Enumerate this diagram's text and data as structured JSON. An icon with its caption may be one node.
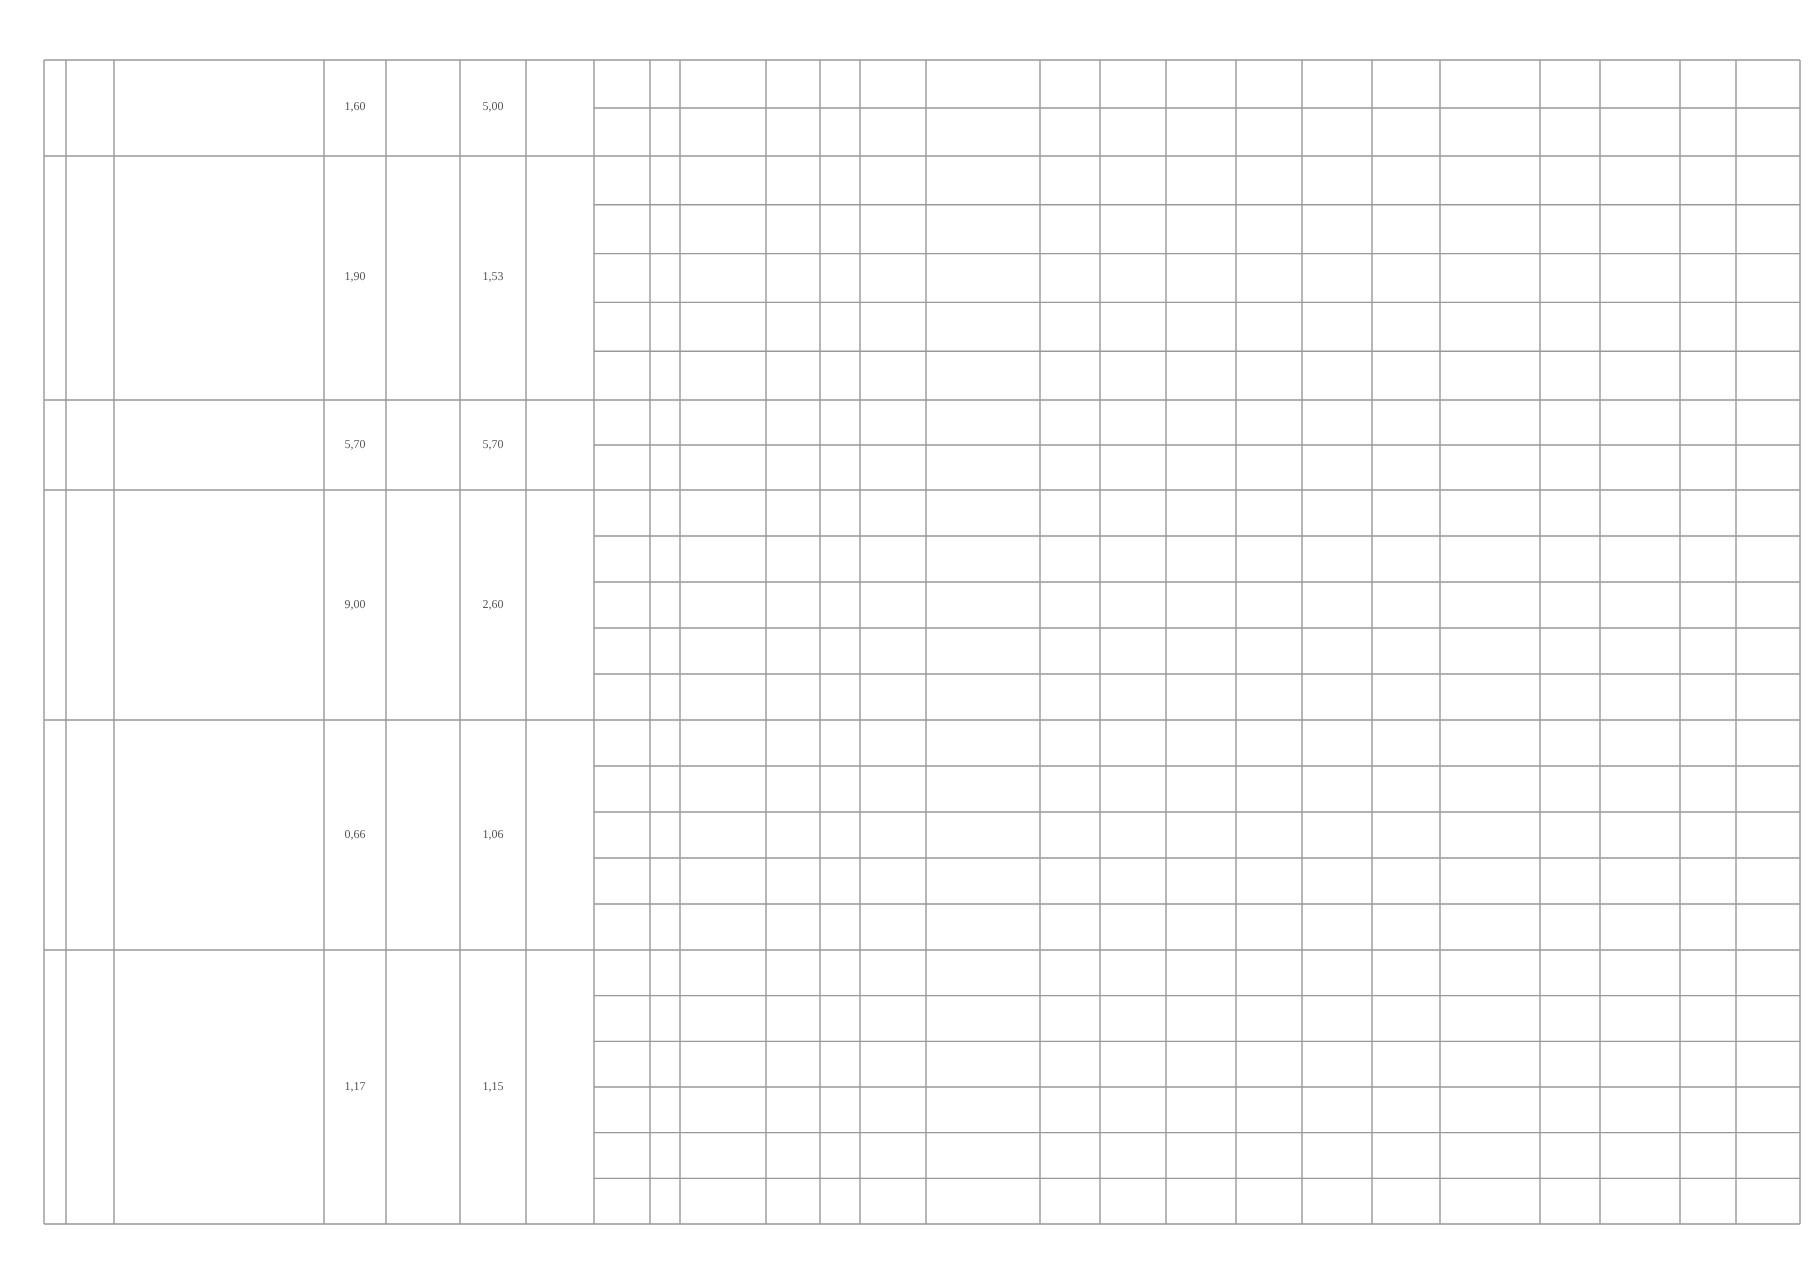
{
  "diagram": {
    "labels": [
      "1,60",
      "5,00",
      "1,90",
      "1,53",
      "5,70",
      "5,70",
      "9,00",
      "2,60",
      "0,66",
      "1,06",
      "1,17",
      "1,15"
    ]
  }
}
